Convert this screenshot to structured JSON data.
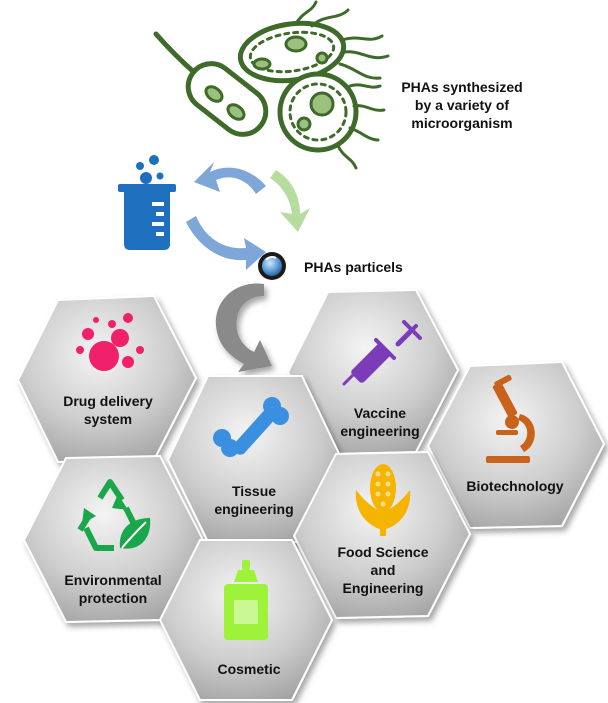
{
  "microorganism_caption": [
    "PHAs synthesized",
    "by a variety of",
    "microorganism"
  ],
  "particles_label": "PHAs particels",
  "applications": {
    "drug_delivery": [
      "Drug delivery",
      "system"
    ],
    "vaccine": [
      "Vaccine",
      "engineering"
    ],
    "tissue": [
      "Tissue",
      "engineering"
    ],
    "biotechnology": [
      "Biotechnology"
    ],
    "environmental": [
      "Environmental",
      "protection"
    ],
    "food": [
      "Food Science",
      "and",
      "Engineering"
    ],
    "cosmetic": [
      "Cosmetic"
    ]
  },
  "icons": {
    "microorganism": "bacteria-icon",
    "beaker": "beaker-icon",
    "particle": "particle-icon",
    "drug_delivery": "bubbles-icon",
    "vaccine": "syringe-icon",
    "tissue": "bone-icon",
    "biotechnology": "microscope-icon",
    "environmental": "recycle-leaf-icon",
    "food": "corn-icon",
    "cosmetic": "bottle-icon"
  },
  "colors": {
    "bacteria": "#3e6b2a",
    "beaker": "#1f6fbf",
    "arrow_blue": "#7fa6d9",
    "arrow_green": "#b7dca0",
    "arrow_gray": "#8a8a8a",
    "drug_delivery": "#f0206a",
    "vaccine": "#7a3cb8",
    "tissue": "#3a8fe0",
    "biotechnology": "#c9621a",
    "environmental": "#1aa64a",
    "food": "#f5b400",
    "cosmetic": "#9ef23a"
  }
}
